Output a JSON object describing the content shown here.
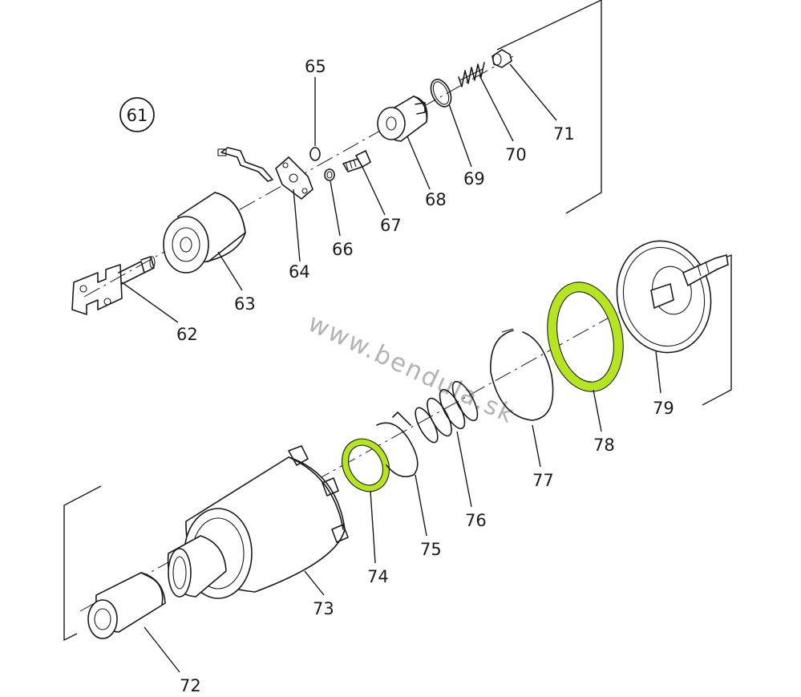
{
  "group_label": "61",
  "watermark": "www.bendula.sk",
  "highlight_color": "#b5e61d",
  "parts": [
    {
      "id": "p62",
      "label": "62"
    },
    {
      "id": "p63",
      "label": "63"
    },
    {
      "id": "p64",
      "label": "64"
    },
    {
      "id": "p65",
      "label": "65"
    },
    {
      "id": "p66",
      "label": "66"
    },
    {
      "id": "p67",
      "label": "67"
    },
    {
      "id": "p68",
      "label": "68"
    },
    {
      "id": "p69",
      "label": "69"
    },
    {
      "id": "p70",
      "label": "70"
    },
    {
      "id": "p71",
      "label": "71"
    },
    {
      "id": "p72",
      "label": "72"
    },
    {
      "id": "p73",
      "label": "73"
    },
    {
      "id": "p74",
      "label": "74",
      "highlighted": true
    },
    {
      "id": "p75",
      "label": "75"
    },
    {
      "id": "p76",
      "label": "76"
    },
    {
      "id": "p77",
      "label": "77"
    },
    {
      "id": "p78",
      "label": "78",
      "highlighted": true
    },
    {
      "id": "p79",
      "label": "79"
    }
  ]
}
